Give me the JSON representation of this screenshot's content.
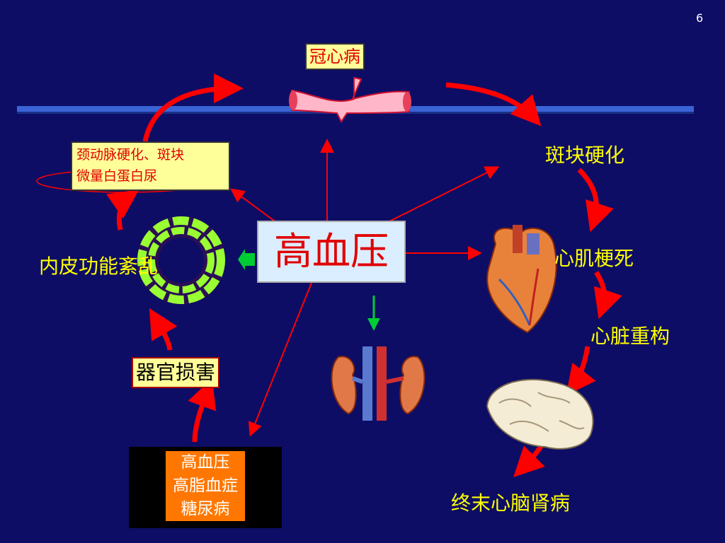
{
  "page_number": "6",
  "center_label": "高血压",
  "chd_label": "冠心病",
  "carotid": {
    "line1": "颈动脉硬化、斑块",
    "line2": "微量白蛋白尿"
  },
  "endothelial_label": "内皮功能紊乱",
  "organ_damage_label": "器官损害",
  "risk_factors": [
    "高血压",
    "高脂血症",
    "糖尿病"
  ],
  "plaque_label": "斑块硬化",
  "mi_label": "心肌梗死",
  "remodeling_label": "心脏重构",
  "endstage_label": "终末心脑肾病",
  "colors": {
    "background": "#0d0d66",
    "arrow": "#ff0000",
    "yellow_box": "#ffff99",
    "label_text": "#ffff00",
    "center_box": "#dbeeff",
    "green_arrow": "#00cc33",
    "risk_box": "#ff7700"
  }
}
